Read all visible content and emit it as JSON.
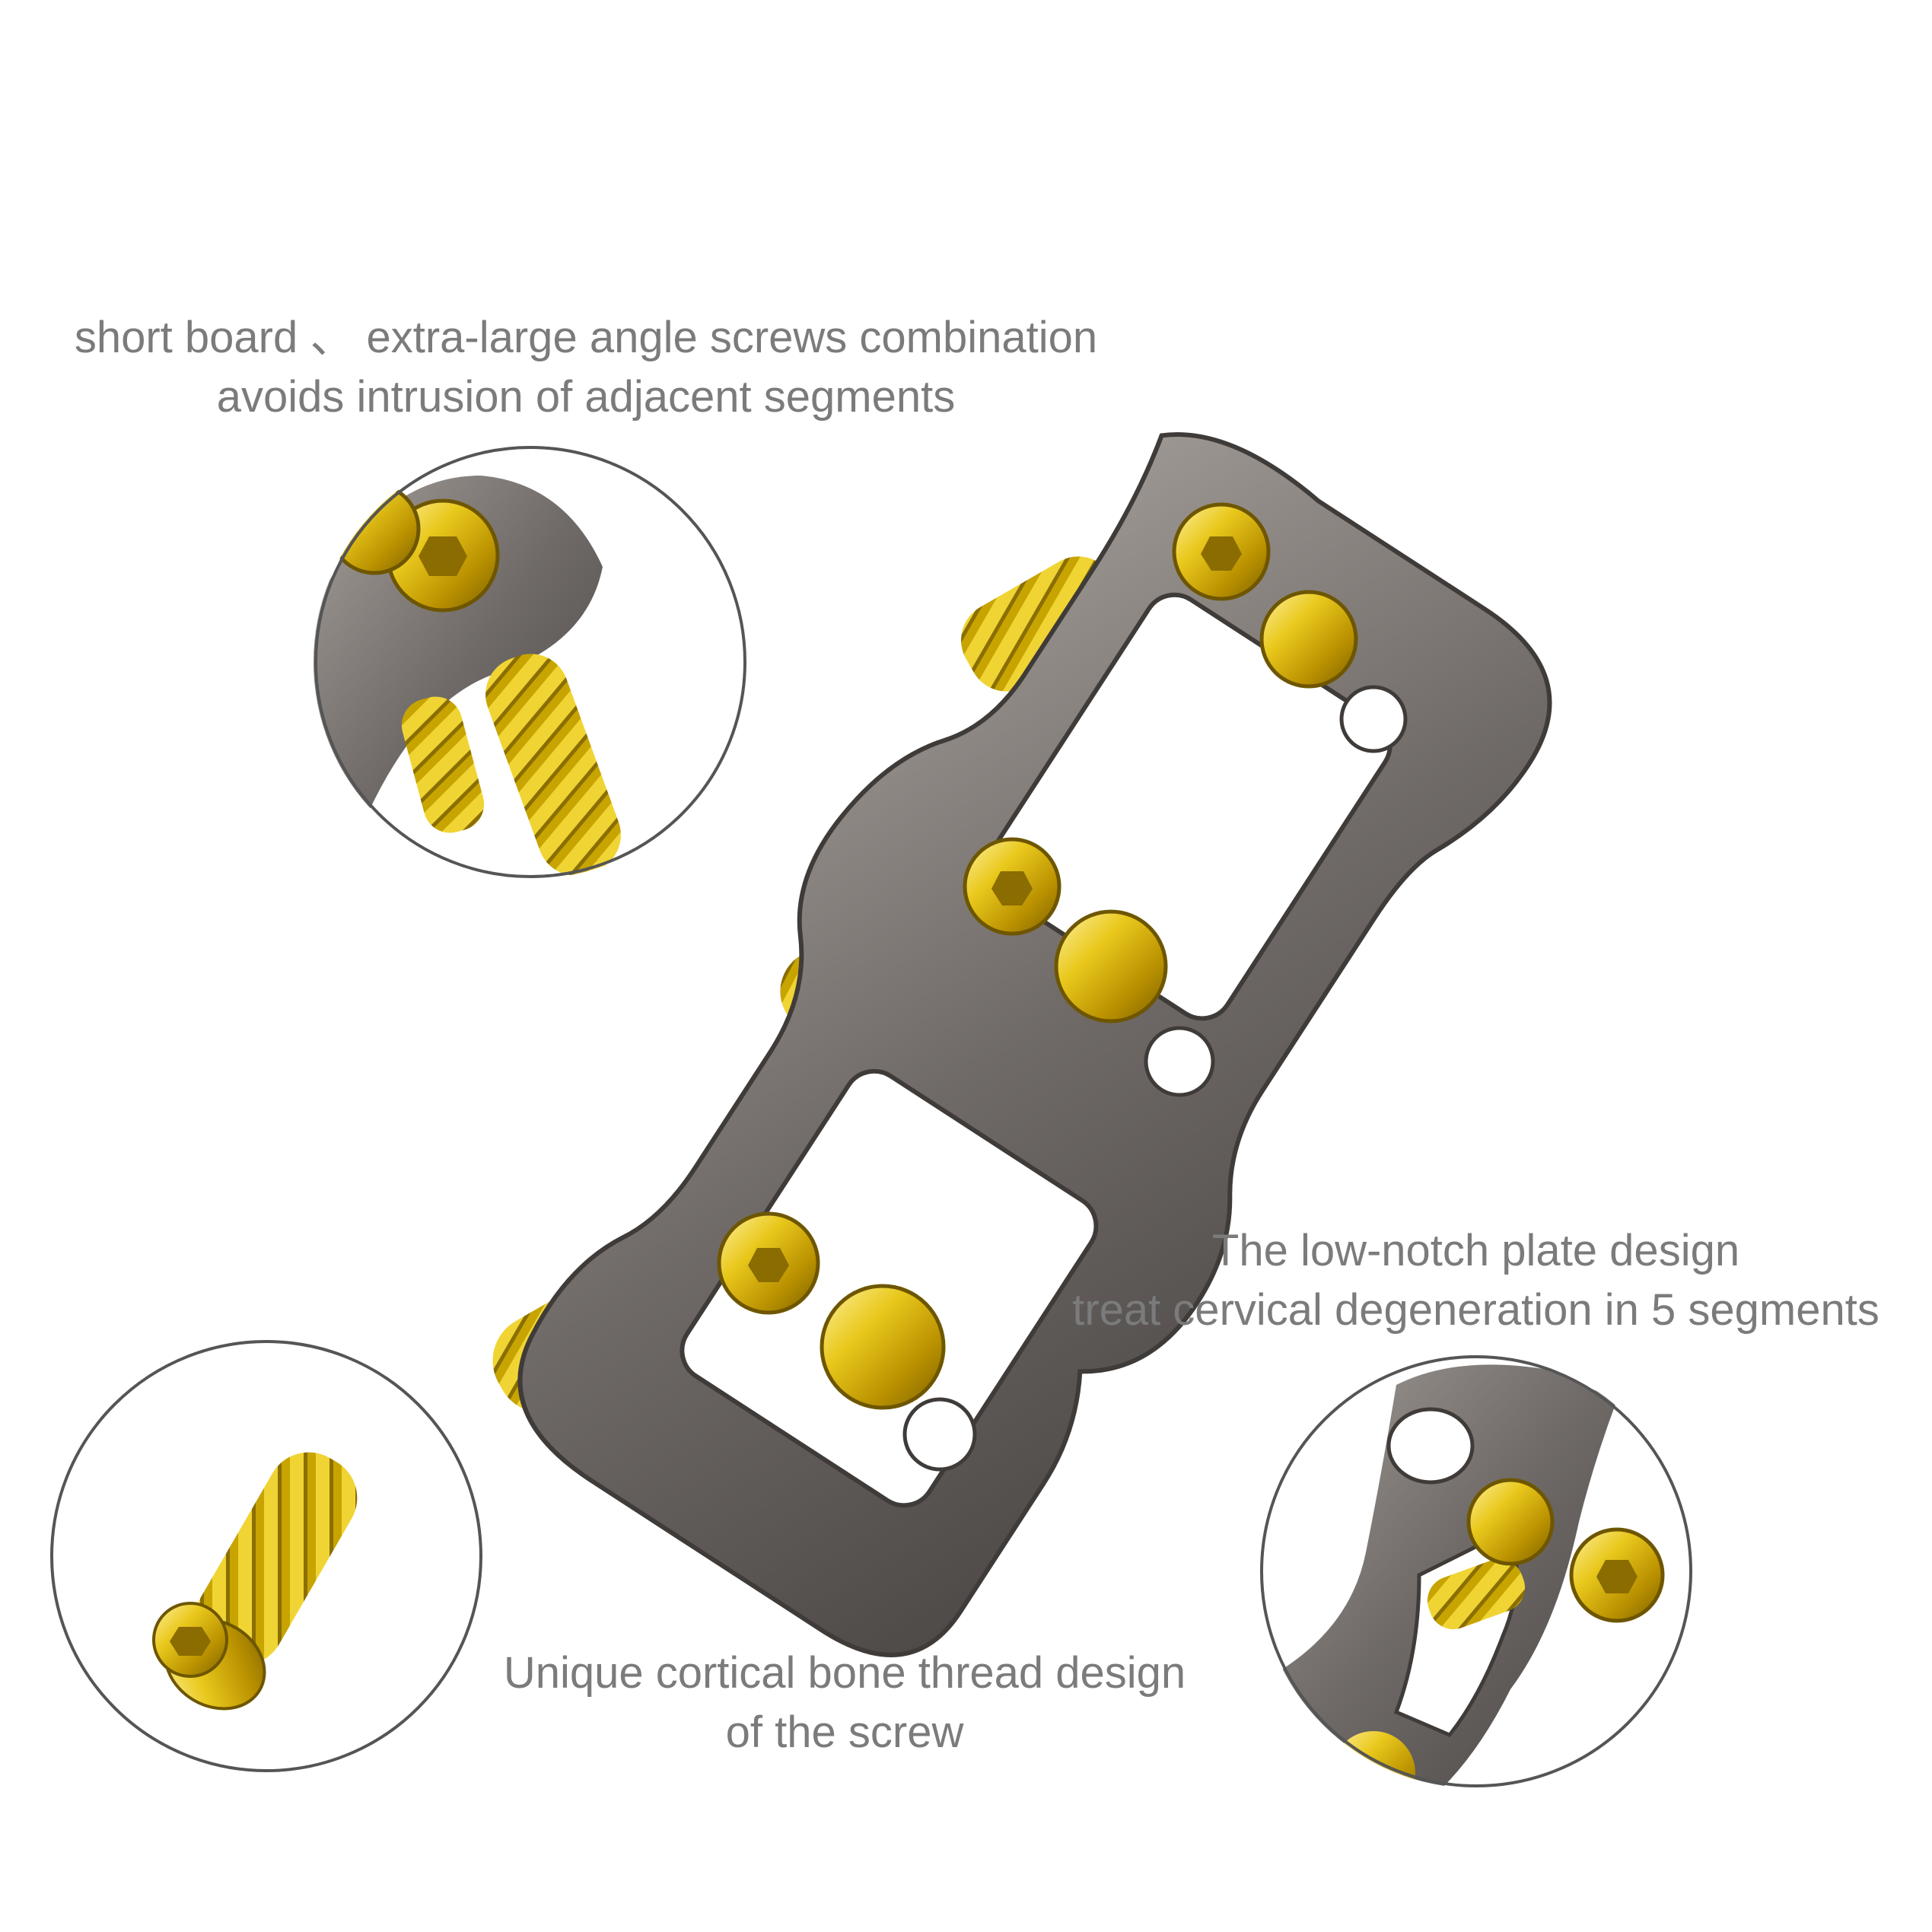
{
  "captions": {
    "top": {
      "line1": "short board 、 extra-large angle screws combination",
      "line2": "avoids intrusion of adjacent segments"
    },
    "right": {
      "line1": "The low-notch plate design",
      "line2": "treat cervical degeneration in 5 segments"
    },
    "bottom": {
      "line1": "Unique cortical bone thread design",
      "line2": "of the screw"
    }
  },
  "colors": {
    "text": "#7b7b7b",
    "plate": "#77716f",
    "screw_gold": "#e2c21a",
    "circle_outline": "#555555"
  }
}
